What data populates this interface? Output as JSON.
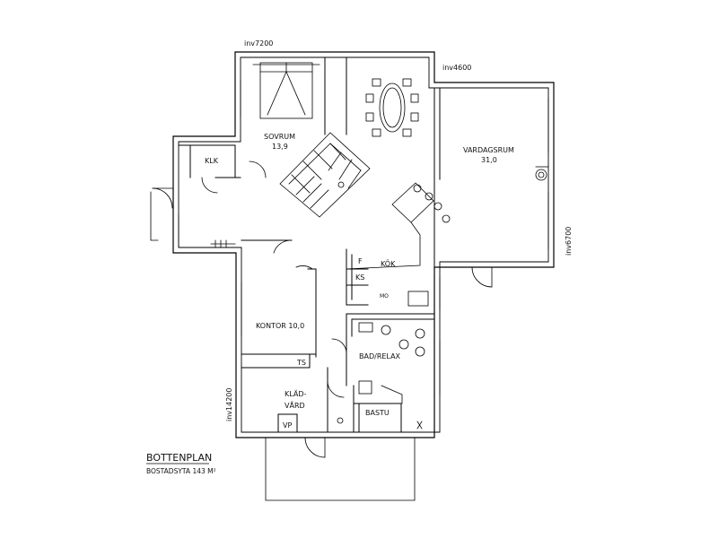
{
  "plan": {
    "title": "BOTTENPLAN",
    "subtitle": "BOSTADSYTA  143 M²",
    "dimensions": {
      "top_left": "inv7200",
      "top_right": "inv4600",
      "right": "inv6700",
      "left": "inv14200"
    },
    "rooms": {
      "sovrum_name": "SOVRUM",
      "sovrum_area": "13,9",
      "klk": "KLK",
      "vardagsrum_name": "VARDAGSRUM",
      "vardagsrum_area": "31,0",
      "kok": "KÖK",
      "f": "F",
      "ks": "KS",
      "mo": "MO",
      "kontor": "KONTOR 10,0",
      "ts": "TS",
      "klad_line1": "KLÄD-",
      "klad_line2": "VÅRD",
      "vp": "VP",
      "bad_relax": "BAD/RELAX",
      "bastu": "BASTU"
    }
  }
}
